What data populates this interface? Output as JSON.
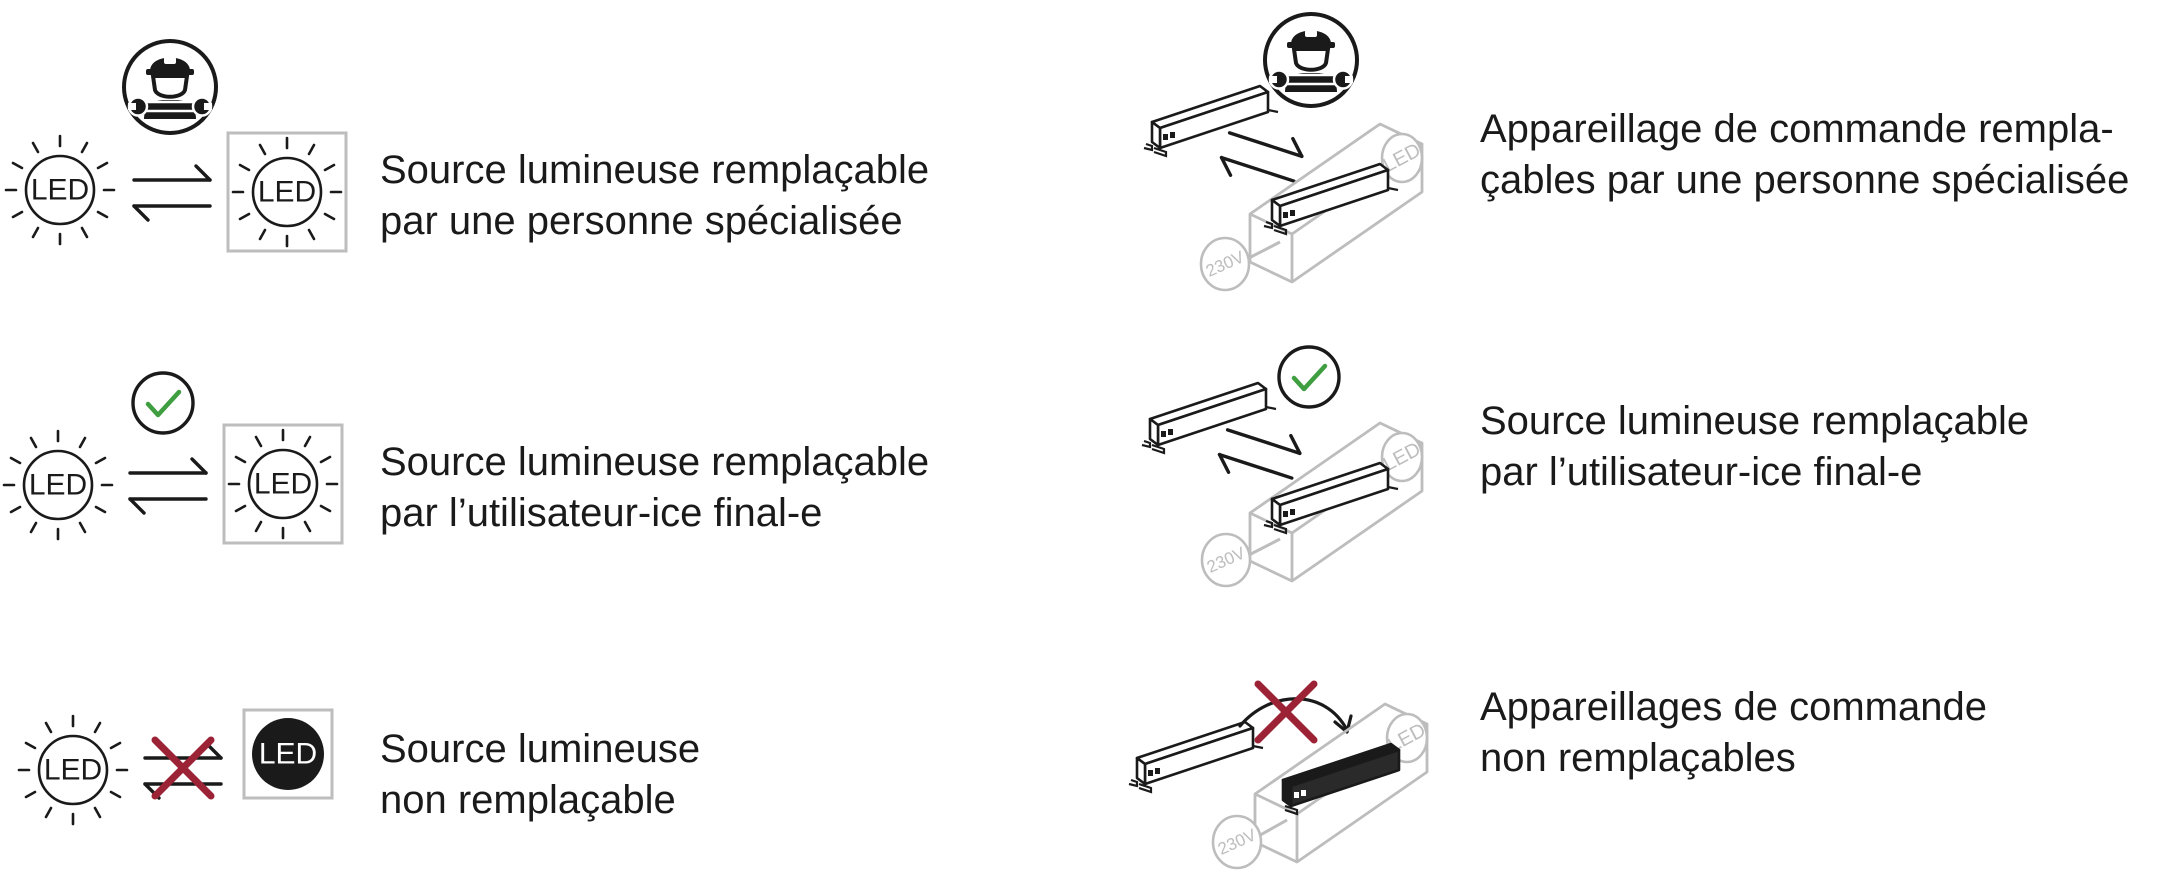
{
  "colors": {
    "ink": "#1a1a1a",
    "muted": "#bdbdbd",
    "check": "#3e9e40",
    "cross": "#9b2335"
  },
  "icons": {
    "led_badge": "LED",
    "voltage_badge": "230V",
    "technician": "technician-icon",
    "check": "check-icon",
    "cross": "cross-icon",
    "swap": "swap-arrows-icon"
  },
  "rows": [
    {
      "left": {
        "line1": "Source lumineuse remplaçable",
        "line2": "par une personne spécialisée"
      },
      "right": {
        "line1": "Appareillage de commande rempla-",
        "line2": "çables par une personne spécialisée"
      }
    },
    {
      "left": {
        "line1": "Source lumineuse remplaçable",
        "line2": "par l’utilisateur-ice final-e"
      },
      "right": {
        "line1": "Source lumineuse remplaçable",
        "line2": "par l’utilisateur-ice final-e"
      }
    },
    {
      "left": {
        "line1": "Source lumineuse",
        "line2": "non remplaçable"
      },
      "right": {
        "line1": "Appareillages de commande",
        "line2": "non remplaçables"
      }
    }
  ]
}
